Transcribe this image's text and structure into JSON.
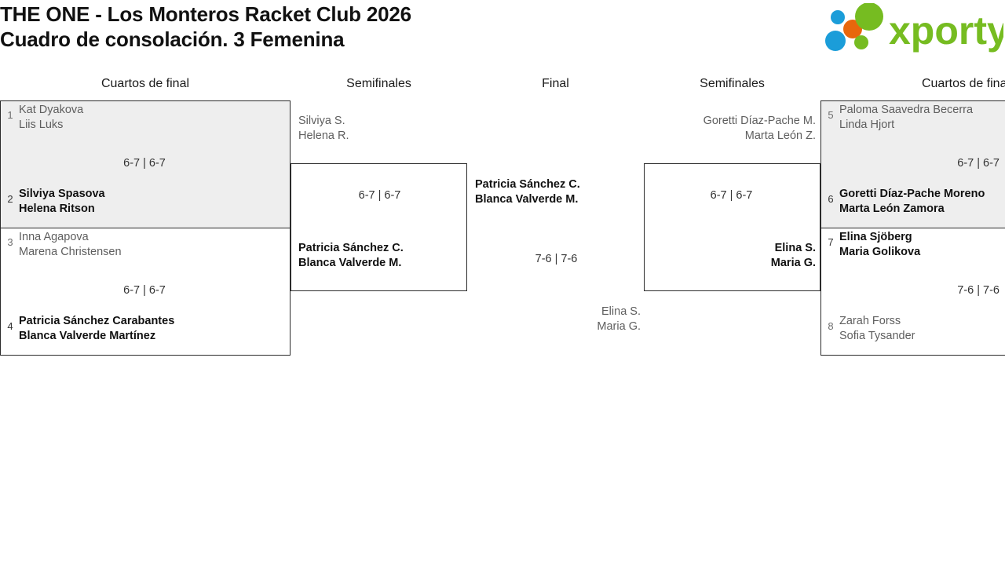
{
  "header": {
    "title_line1": "THE ONE - Los Monteros Racket Club 2026",
    "title_line2": "Cuadro de consolación. 3 Femenina",
    "logo_text": "xporty",
    "logo_colors": {
      "green": "#76bc21",
      "blue": "#1b9dd9",
      "orange": "#e8670c"
    }
  },
  "columns": {
    "qf_left": "Cuartos de final",
    "sf_left": "Semifinales",
    "final": "Final",
    "sf_right": "Semifinales",
    "qf_right": "Cuartos de final"
  },
  "bracket": {
    "qf_left_1": {
      "shaded": true,
      "score": "6-7 | 6-7",
      "top": {
        "seed": "1",
        "player1": "Kat Dyakova",
        "player2": "Liis Luks",
        "result": "loser"
      },
      "bottom": {
        "seed": "2",
        "player1": "Silviya Spasova",
        "player2": "Helena Ritson",
        "result": "winner"
      }
    },
    "qf_left_2": {
      "shaded": false,
      "score": "6-7 | 6-7",
      "top": {
        "seed": "3",
        "player1": "Inna Agapova",
        "player2": "Marena Christensen",
        "result": "loser"
      },
      "bottom": {
        "seed": "4",
        "player1": "Patricia Sánchez Carabantes",
        "player2": "Blanca Valverde Martínez",
        "result": "winner"
      }
    },
    "sf_left": {
      "score": "6-7 | 6-7",
      "top": {
        "player1": "Silviya S.",
        "player2": "Helena R.",
        "result": "loser"
      },
      "bottom": {
        "player1": "Patricia Sánchez C.",
        "player2": "Blanca Valverde M.",
        "result": "winner"
      }
    },
    "final": {
      "score": "7-6 | 7-6",
      "top": {
        "player1": "Patricia Sánchez C.",
        "player2": "Blanca Valverde M.",
        "result": "winner"
      },
      "bottom": {
        "player1": "Elina S.",
        "player2": "Maria G.",
        "result": "loser"
      }
    },
    "sf_right": {
      "score": "6-7 | 6-7",
      "top": {
        "player1": "Goretti Díaz-Pache M.",
        "player2": "Marta León Z.",
        "result": "loser"
      },
      "bottom": {
        "player1": "Elina S.",
        "player2": "Maria G.",
        "result": "winner"
      }
    },
    "qf_right_1": {
      "shaded": true,
      "score": "6-7 | 6-7",
      "top": {
        "seed": "5",
        "player1": "Paloma Saavedra Becerra",
        "player2": "Linda Hjort",
        "result": "loser"
      },
      "bottom": {
        "seed": "6",
        "player1": "Goretti Díaz-Pache Moreno",
        "player2": "Marta León Zamora",
        "result": "winner"
      }
    },
    "qf_right_2": {
      "shaded": false,
      "score": "7-6 | 7-6",
      "top": {
        "seed": "7",
        "player1": "Elina Sjöberg",
        "player2": "Maria Golikova",
        "result": "winner"
      },
      "bottom": {
        "seed": "8",
        "player1": "Zarah Forss",
        "player2": "Sofia Tysander",
        "result": "loser"
      }
    }
  }
}
